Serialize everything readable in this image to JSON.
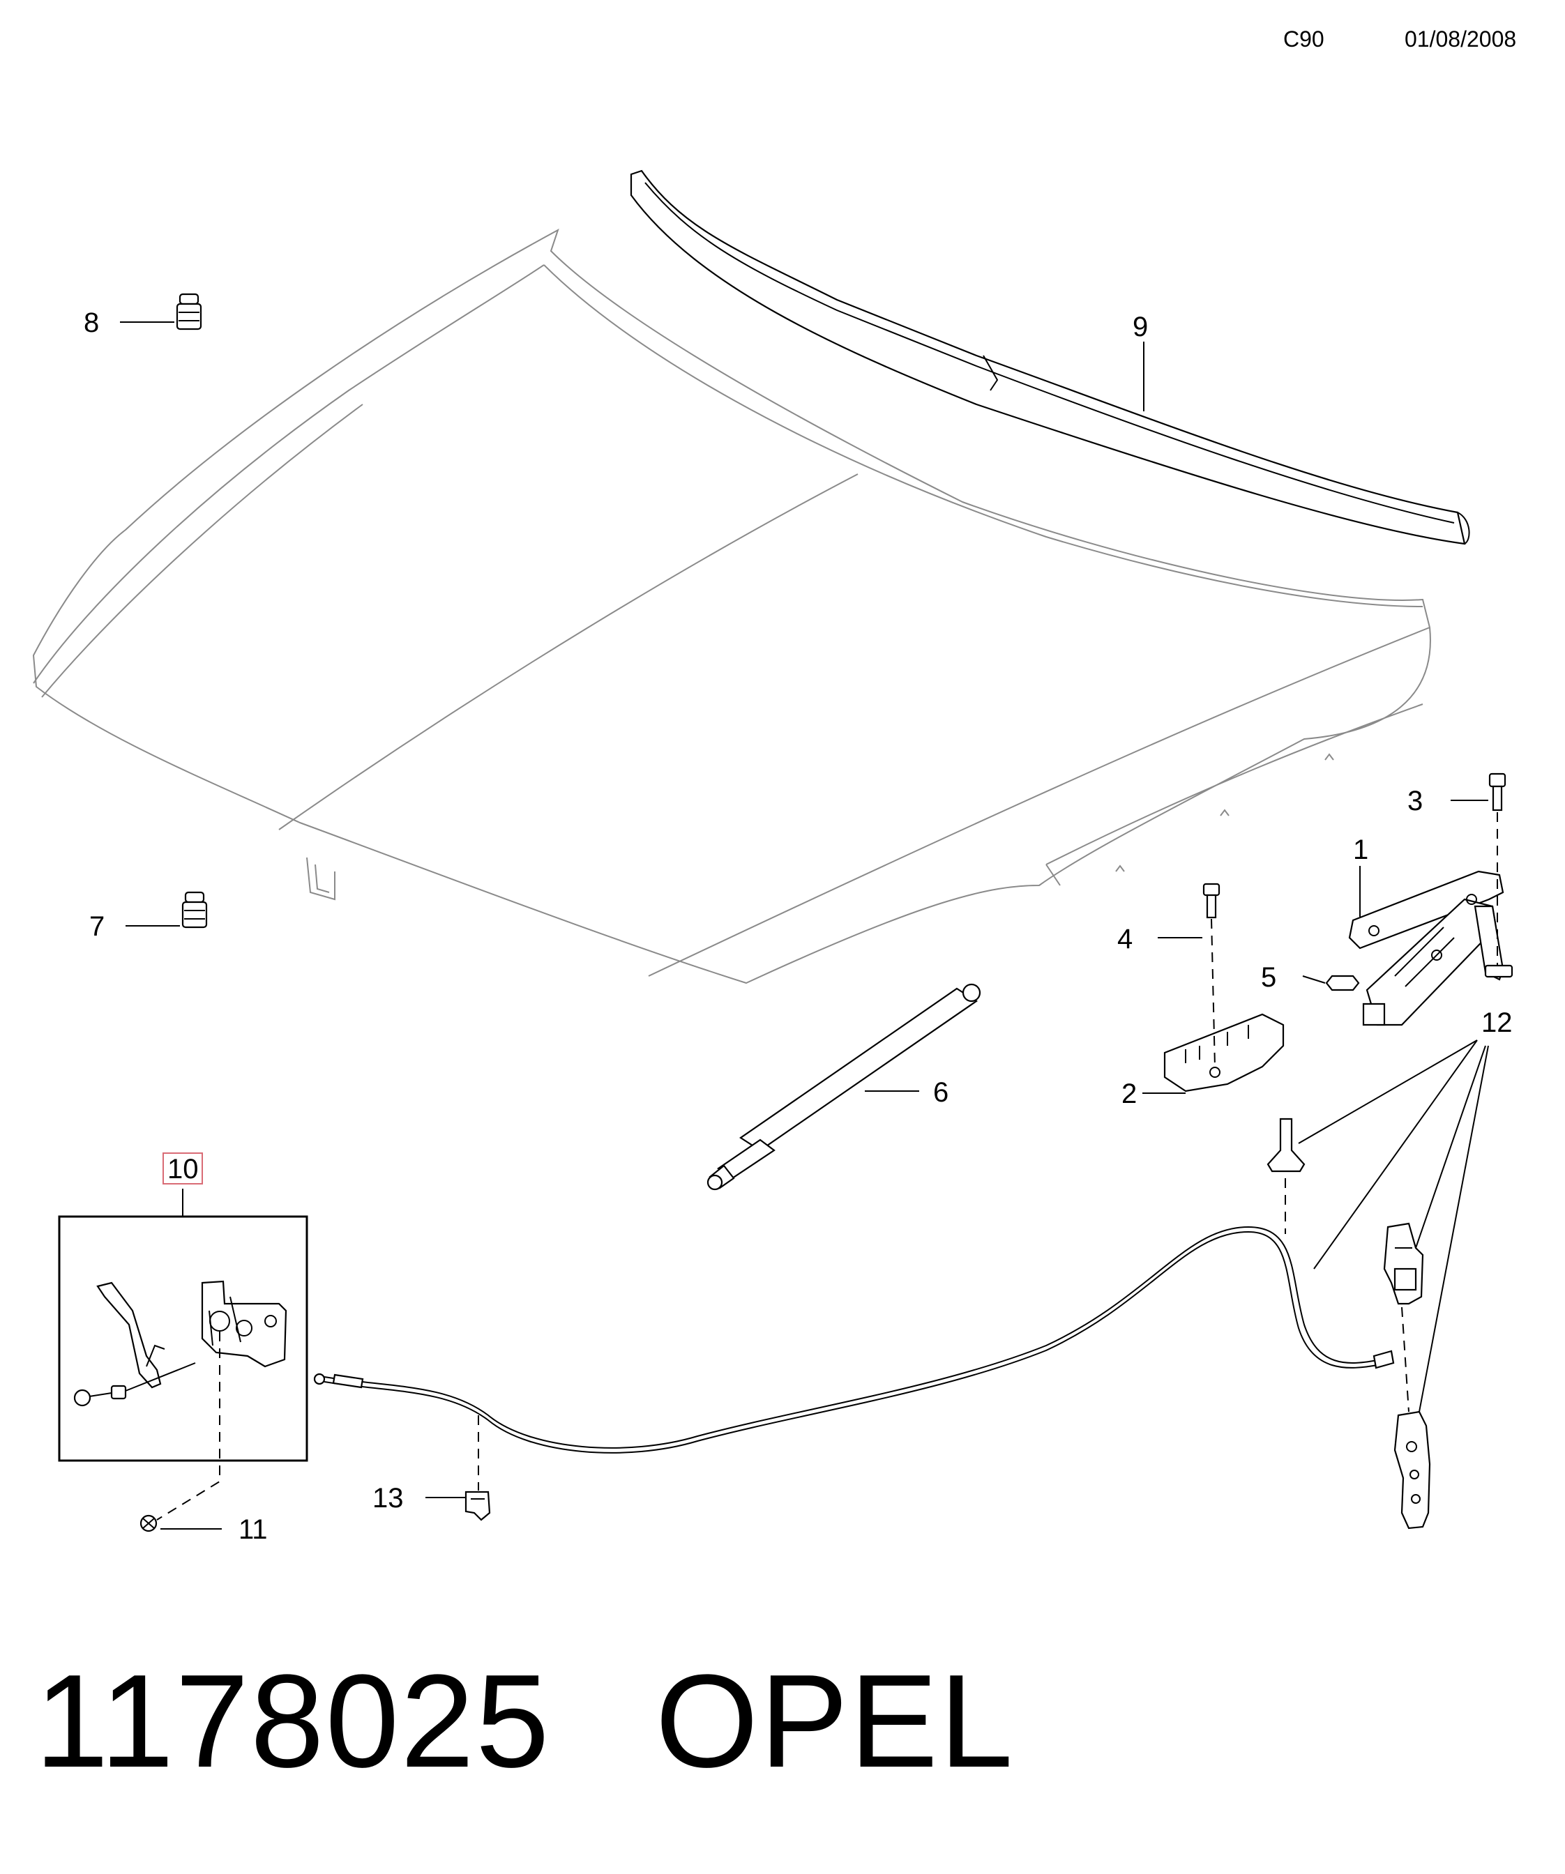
{
  "header": {
    "catalog_code": "C90",
    "date": "01/08/2008"
  },
  "callouts": {
    "c1": "1",
    "c2": "2",
    "c3": "3",
    "c4": "4",
    "c5": "5",
    "c6": "6",
    "c7": "7",
    "c8": "8",
    "c9": "9",
    "c10": "10",
    "c11": "11",
    "c12": "12",
    "c13": "13"
  },
  "highlight_color": "#d96b75",
  "footer": {
    "part_number": "1178025",
    "brand": "OPEL"
  }
}
